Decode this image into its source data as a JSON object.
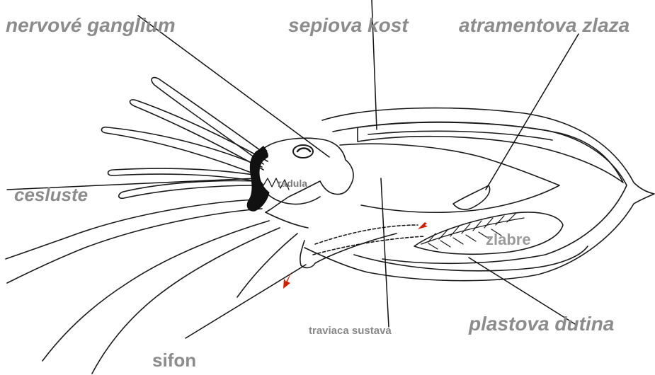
{
  "labels": {
    "nervove_ganglium": "nervové ganglium",
    "sepiova_kost": "sepiova kost",
    "atramentova_zlaza": "atramentova zlaza",
    "cesluste": "cesluste",
    "radula": "radula",
    "zlabre": "zlabre",
    "plastova_dutina": "plastova dutina",
    "traviaca_sustava": "traviaca sustava",
    "sifon": "sifon"
  },
  "colors": {
    "label_text": "#8c8c8c",
    "outline": "#1a1a1a",
    "arrow": "#cc2200"
  }
}
